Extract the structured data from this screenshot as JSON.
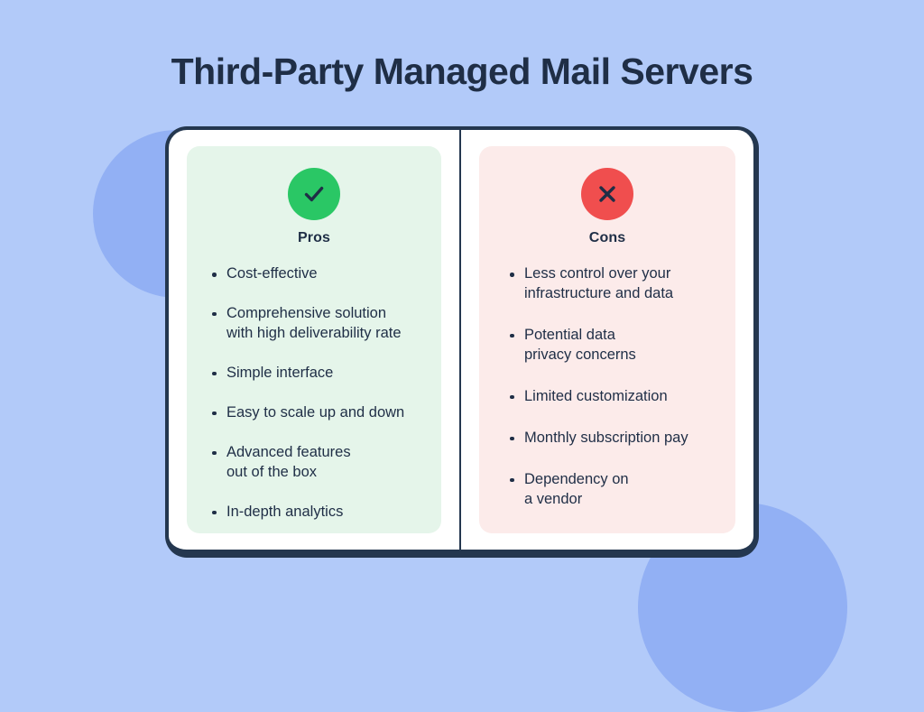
{
  "page": {
    "title": "Third-Party Managed Mail Servers",
    "background_color": "#b2caf9",
    "accent_navy": "#1f2e46"
  },
  "decorations": [
    {
      "name": "left-circle",
      "color": "#92b0f4"
    },
    {
      "name": "bottom-right-circle",
      "color": "#92b0f4"
    }
  ],
  "card": {
    "border_color": "#24374f",
    "background": "#ffffff",
    "pros": {
      "heading": "Pros",
      "icon": "check-icon",
      "badge_color": "#2ac765",
      "panel_color": "#e5f5ea",
      "items": [
        "Cost-effective",
        "Comprehensive solution\nwith high deliverability rate",
        "Simple interface",
        "Easy to scale up and down",
        "Advanced features\nout of the box",
        "In-depth analytics"
      ]
    },
    "cons": {
      "heading": "Cons",
      "icon": "close-icon",
      "badge_color": "#f04e4e",
      "panel_color": "#fcebea",
      "items": [
        "Less control over your\ninfrastructure and data",
        "Potential data\nprivacy concerns",
        "Limited customization",
        "Monthly subscription pay",
        "Dependency on\na vendor"
      ]
    }
  }
}
